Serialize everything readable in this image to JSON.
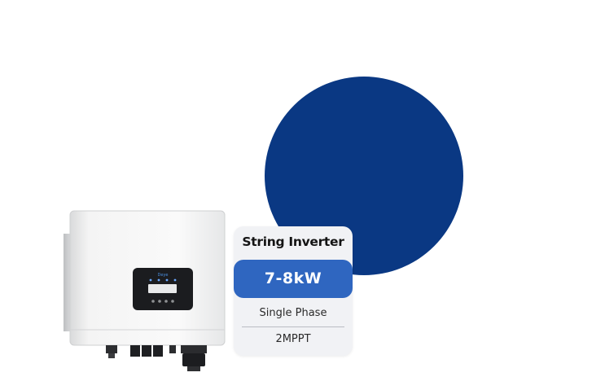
{
  "spec_card": {
    "title": "String Inverter",
    "power": "7-8kW",
    "phase": "Single Phase",
    "mppt": "2MPPT"
  },
  "product": {
    "brand_mark": "Deye",
    "icon": "string-inverter-product-image"
  },
  "colors": {
    "circle": "#0a3883",
    "power_badge": "#2f66c0",
    "card_background": "#f1f2f5"
  }
}
